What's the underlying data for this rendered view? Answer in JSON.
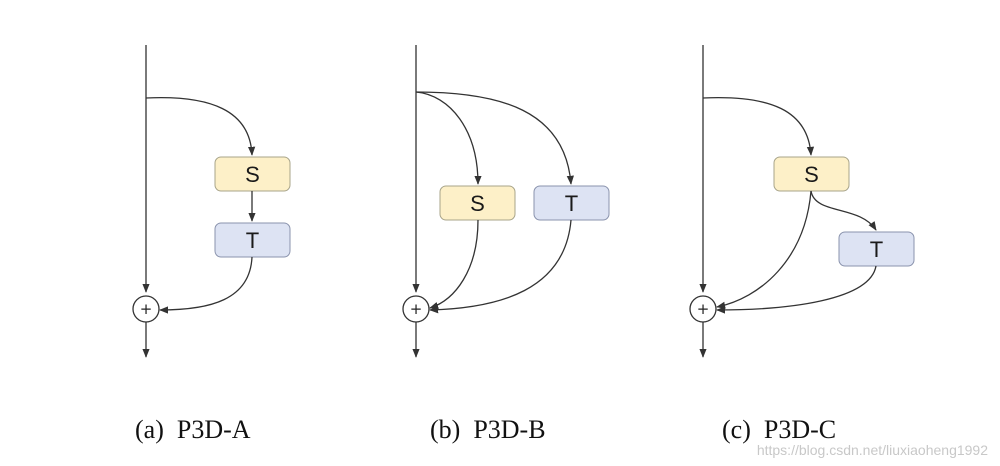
{
  "chart_data": {
    "type": "diagram",
    "panels": [
      {
        "caption": "(a)  P3D-A",
        "blocks": [
          {
            "label": "S",
            "color": "#fdf0c8"
          },
          {
            "label": "T",
            "color": "#dde3f3"
          }
        ]
      },
      {
        "caption": "(b)  P3D-B",
        "blocks": [
          {
            "label": "S",
            "color": "#fdf0c8"
          },
          {
            "label": "T",
            "color": "#dde3f3"
          }
        ]
      },
      {
        "caption": "(c)  P3D-C",
        "blocks": [
          {
            "label": "S",
            "color": "#fdf0c8"
          },
          {
            "label": "T",
            "color": "#dde3f3"
          }
        ]
      }
    ],
    "add_symbol": "+",
    "watermark": "https://blog.csdn.net/liuxiaoheng1992"
  }
}
